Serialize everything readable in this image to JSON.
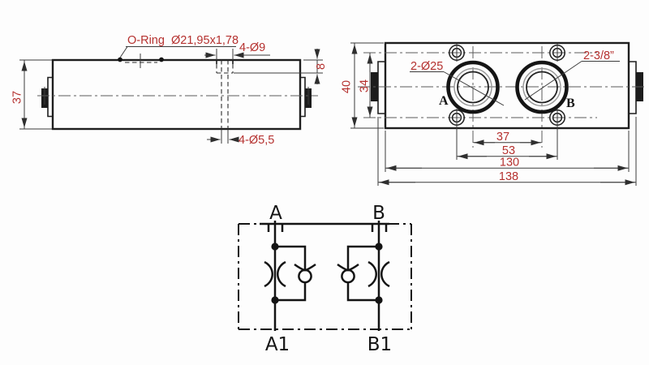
{
  "colors": {
    "dimension_red": "#b5312f",
    "drawing_line": "#1e1e1e",
    "thread_gray": "#979797",
    "background": "#fdfdfd"
  },
  "side_view": {
    "oring_label": "O-Ring",
    "oring_size": "Ø21,95x1,78",
    "holes_top_label": "4-Ø9",
    "counterbore_depth": "8",
    "block_height": "37",
    "holes_bottom_label": "4-Ø5,5"
  },
  "top_view": {
    "ports_label": "2-Ø25",
    "thread_label": "2-3/8”",
    "port_a": "A",
    "port_b": "B",
    "dim_width": "40",
    "dim_bolt_vertical": "34",
    "dim_port_spacing": "37",
    "dim_bolt_horizontal": "53",
    "dim_body_length": "130",
    "dim_overall_length": "138"
  },
  "schematic": {
    "port_top_left": "A",
    "port_top_right": "B",
    "port_bottom_left": "A1",
    "port_bottom_right": "B1"
  }
}
